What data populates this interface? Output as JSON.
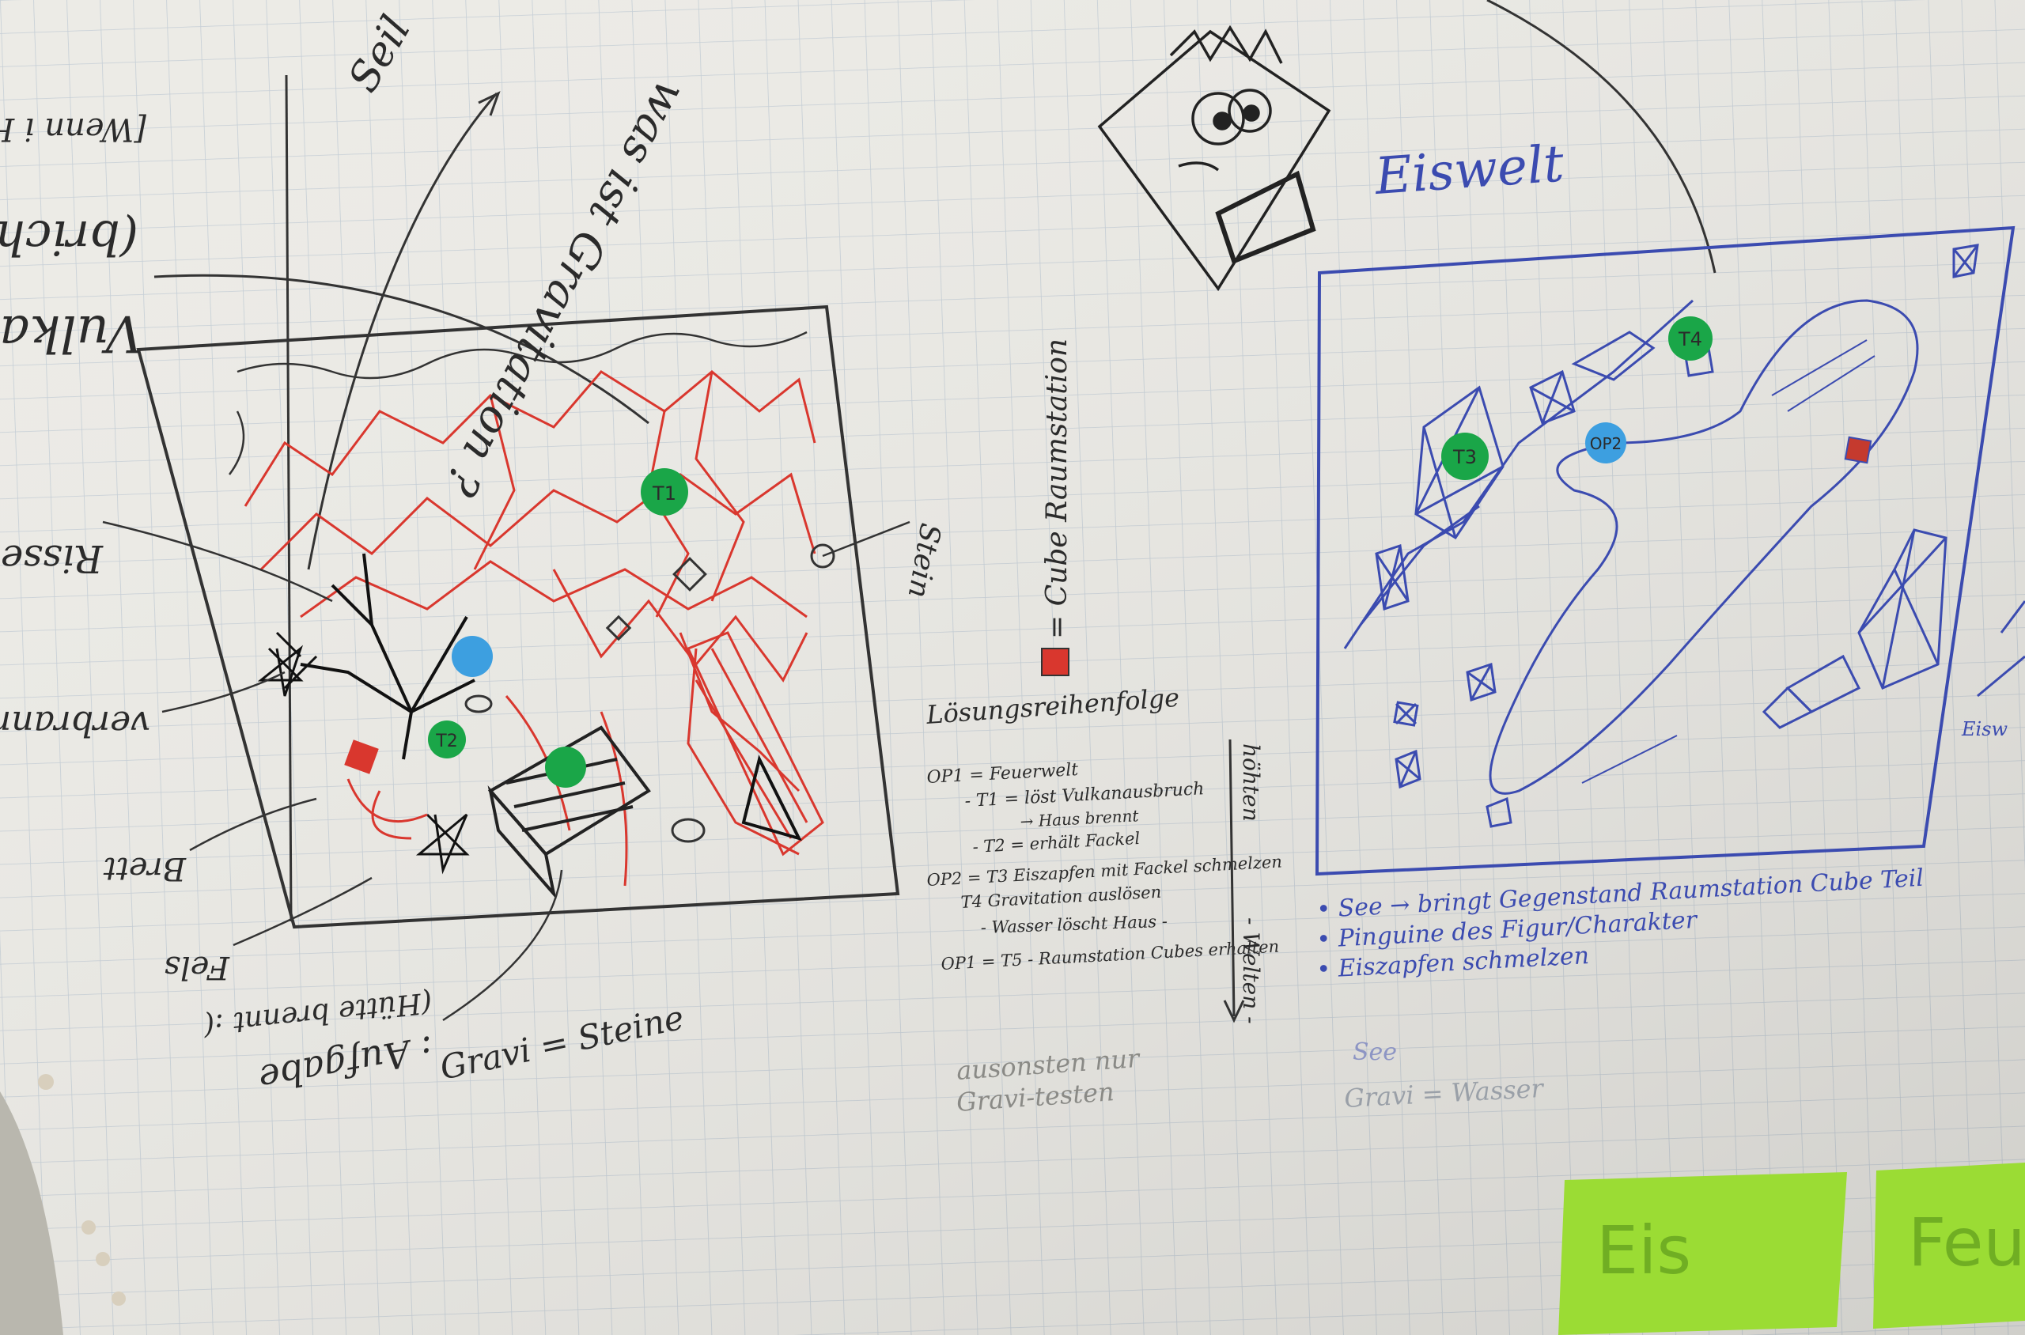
{
  "fire_world": {
    "dots": {
      "t1": "T1",
      "t2": "T2",
      "t3": "T3",
      "t4": "T4",
      "op2": "OP2"
    },
    "margin_notes": {
      "was_ist_gravitation": "was ist Gravitation ?",
      "seil": "Seil",
      "vulkan": "Vulka",
      "bricht": "(brich",
      "risse": "Risse im B",
      "verbrannter_baum": "verbrannter Baum",
      "brett": "Brett",
      "fels": "Fels",
      "huette_brennt": "(Hütte brennt :(",
      "aufgabe": ": Aufgabe",
      "stein": "Stein",
      "grani_steine": "Gravi = Steine",
      "wenn_huette": "[Wenn i Hütte"
    }
  },
  "legend": {
    "cube": "= Cube Raumstation"
  },
  "solution": {
    "title": "Lösungsreihenfolge",
    "lines": [
      "OP1 = Feuerwelt",
      "- T1 = löst Vulkanausbruch",
      "→ Haus brennt",
      "- T2 = erhält Fackel",
      "OP2 = T3 Eiszapfen mit Fackel schmelzen",
      "T4 Gravitation auslösen",
      "- Wasser löscht Haus -",
      "OP1 = T5 - Raumstation Cubes erhalten"
    ],
    "side_top": "höhten",
    "side_bottom": "- Welten -",
    "bottom_note_1": "ausonsten nur",
    "bottom_note_2": "Gravi-testen"
  },
  "ice_world": {
    "title": "Eiswelt",
    "bullets": [
      "• See → bringt Gegenstand Raumstation Cube Teil",
      "• Pinguine des Figur/Charakter",
      "• Eiszapfen schmelzen"
    ],
    "see_label": "See",
    "gravi_note": "Gravi = Wasser",
    "edge_label": "Eisw"
  },
  "sticky_notes": {
    "left": "Eis",
    "right": "Feuer"
  },
  "colors": {
    "paper": "#ecebe6",
    "grid": "#c9d2d8",
    "ink_black": "#2b2b2b",
    "ink_red": "#d9372e",
    "ink_blue": "#3b4bb0",
    "dot_green": "#1aa648",
    "dot_blue": "#3d9fe0",
    "sticky": "#9bdc34"
  }
}
